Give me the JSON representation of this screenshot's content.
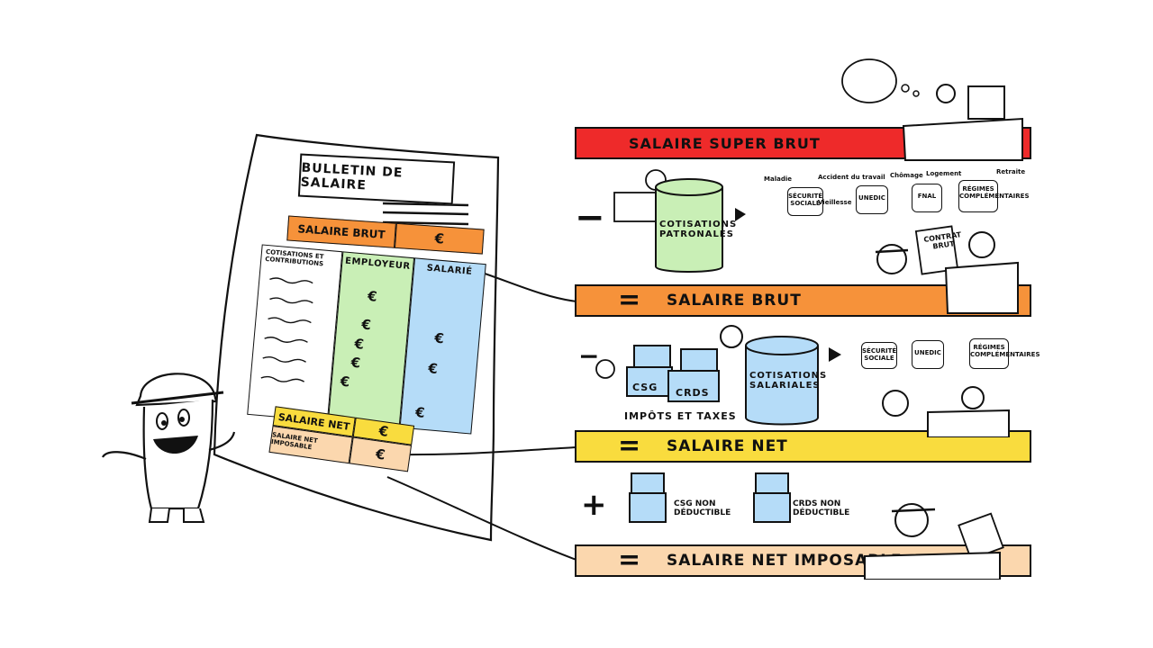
{
  "bulletin": {
    "title": "BULLETIN DE SALAIRE",
    "salaire_brut": "SALAIRE BRUT",
    "euro": "€",
    "cotisations_label": "COTISATIONS ET CONTRIBUTIONS",
    "employeur": "EMPLOYEUR",
    "salarie": "SALARIÉ",
    "salaire_net": "SALAIRE NET",
    "salaire_net_imposable": "SALAIRE NET IMPOSABLE"
  },
  "bars": {
    "super_brut": "SALAIRE SUPER BRUT",
    "brut": "SALAIRE BRUT",
    "net": "SALAIRE NET",
    "net_imposable": "SALAIRE NET IMPOSABLE",
    "equals": "="
  },
  "signs": {
    "minus": "−",
    "plus": "+"
  },
  "cotisations": {
    "patronales": "COTISATIONS PATRONALES",
    "salariales": "COTISATIONS SALARIALES",
    "csg": "CSG",
    "crds": "CRDS",
    "impots": "IMPÔTS ET TAXES",
    "csg_nd": "CSG NON DÉDUCTIBLE",
    "crds_nd": "CRDS NON DÉDUCTIBLE"
  },
  "funds_row1": [
    "SÉCURITÉ SOCIALE",
    "UNEDIC",
    "FNAL",
    "RÉGIMES COMPLÉMENTAIRES"
  ],
  "funds_row2": [
    "SÉCURITÉ SOCIALE",
    "UNEDIC",
    "RÉGIMES COMPLÉMENTAIRES"
  ],
  "fund_captions": [
    "Maladie",
    "Accident du travail",
    "Vieillesse",
    "Chômage",
    "Logement",
    "Retraite"
  ],
  "contract": {
    "line1": "CONTRAT",
    "line2": "BRUT"
  },
  "colors": {
    "super_brut": "#ee2a2a",
    "brut": "#f6923a",
    "net": "#f9dc3e",
    "net_imposable": "#fbd7ae",
    "employeur_col": "#c9efb6",
    "salarie_col": "#b5dcf8"
  }
}
